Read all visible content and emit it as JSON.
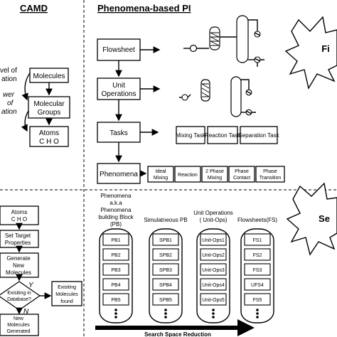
{
  "headers": {
    "camd": "CAMD",
    "pi": "Phenomena-based PI"
  },
  "camd_top": {
    "side_labels": [
      "vel of",
      "ation",
      "wer",
      "of",
      "ation"
    ],
    "molecules": "Molecules",
    "molecular_groups": [
      "Molecular",
      "Groups"
    ],
    "atoms": [
      "Atoms",
      "C H O"
    ]
  },
  "pi_top": {
    "flowsheet": "Flowsheet",
    "unit_operations": [
      "Unit",
      "Operations"
    ],
    "tasks": "Tasks",
    "phenomena": "Phenomena",
    "task_boxes": [
      "Mixing Task",
      "Reaction Task",
      "Separation Task"
    ],
    "phenomena_boxes": [
      [
        "Ideal",
        "Mixing"
      ],
      [
        "Reaction"
      ],
      [
        "2 Phase",
        "Mixing"
      ],
      [
        "Phase",
        "Contact"
      ],
      [
        "Phase",
        "Transition"
      ]
    ]
  },
  "burst_top": "Fi",
  "burst_bottom": "Se",
  "camd_bottom": {
    "atoms": [
      "Atoms",
      "C H O"
    ],
    "set_target": [
      "Set Target",
      "Properties"
    ],
    "generate": [
      "Generate",
      "New",
      "Molecules"
    ],
    "existing": [
      "Exisiting in",
      "Database?"
    ],
    "yes": "Y",
    "no": "N",
    "found": [
      "Exisiting",
      "Molecules",
      "found"
    ],
    "new_generated": [
      "New",
      "Molecules",
      "Generated"
    ]
  },
  "pi_bottom": {
    "columns": [
      {
        "header": [
          "Phenomena",
          "a.k.a",
          "Phenomena",
          "building Block",
          "(PB)"
        ],
        "items": [
          "PB1",
          "PB2",
          "PB3",
          "PB4",
          "PB5"
        ]
      },
      {
        "header": [
          "Simulatneous PB"
        ],
        "items": [
          "SPB1",
          "SPB2",
          "SPB3",
          "SPB4",
          "SPB5"
        ]
      },
      {
        "header": [
          "Unit Operations",
          "( Unit-Ops)"
        ],
        "items": [
          "Unit-Ops1",
          "Unit-Ops2",
          "Unit-Ops3",
          "Unit-Ops4",
          "Unit-Ops5"
        ]
      },
      {
        "header": [
          "Flowsheets(FS)"
        ],
        "items": [
          "FS1",
          "FS2",
          "FS3",
          "UFS4",
          "FS5"
        ]
      }
    ],
    "arrow_label": "Search Space Reduction"
  },
  "icons": [
    "pump-icon",
    "reactor-icon",
    "column-icon",
    "heat-exchanger-icon",
    "compressor-icon"
  ]
}
